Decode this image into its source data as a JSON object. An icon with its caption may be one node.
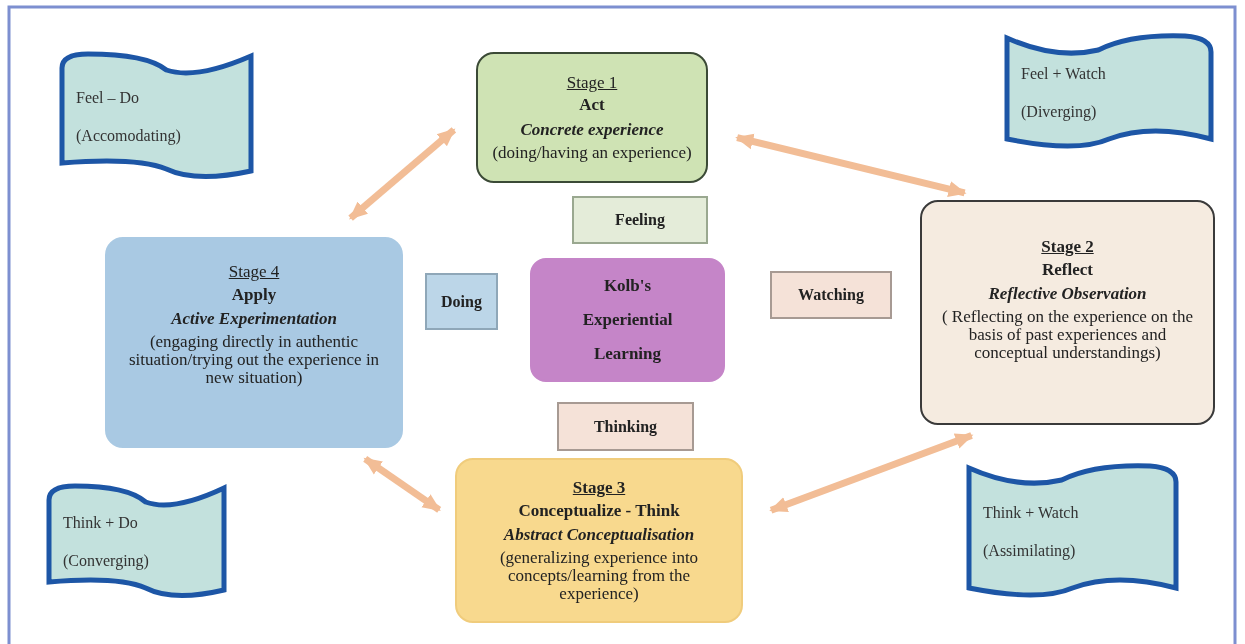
{
  "diagram": {
    "nodes": [
      {
        "text": [
          "Feel – Do",
          "(Accomodating)"
        ]
      },
      {
        "text": [
          "Stage 1",
          "Act",
          "Concrete experience",
          "(doing/having an experience)"
        ]
      },
      {
        "text": [
          "Feel + Watch",
          "(Diverging)"
        ]
      },
      {
        "text": [
          "Feeling"
        ]
      },
      {
        "text": [
          "Stage 4",
          "Apply",
          "Active Experimentation",
          "(engaging directly in authentic situation/trying out the experience in new situation)"
        ]
      },
      {
        "text": [
          "Doing"
        ]
      },
      {
        "text": [
          "Kolb's Experiential Learning"
        ]
      },
      {
        "text": [
          "Watching"
        ]
      },
      {
        "text": [
          "Stage 2",
          "Reflect",
          "Reflective Observation",
          "( Reflecting on the experience on the basis of past experiences and conceptual understandings)"
        ]
      },
      {
        "text": [
          "Thinking"
        ]
      },
      {
        "text": [
          "Think + Do",
          "(Converging)"
        ]
      },
      {
        "text": [
          "Stage 3",
          "Conceptualize - Think",
          "Abstract Conceptualisation",
          "(generalizing experience into concepts/learning from the experience)"
        ]
      },
      {
        "text": [
          "Think + Watch",
          "(Assimilating)"
        ]
      }
    ],
    "edges": [
      {
        "from": 1,
        "to": 4,
        "arrow": "both"
      },
      {
        "from": 1,
        "to": 8,
        "arrow": "both"
      },
      {
        "from": 4,
        "to": 11,
        "arrow": "both"
      },
      {
        "from": 11,
        "to": 8,
        "arrow": "both"
      }
    ]
  }
}
